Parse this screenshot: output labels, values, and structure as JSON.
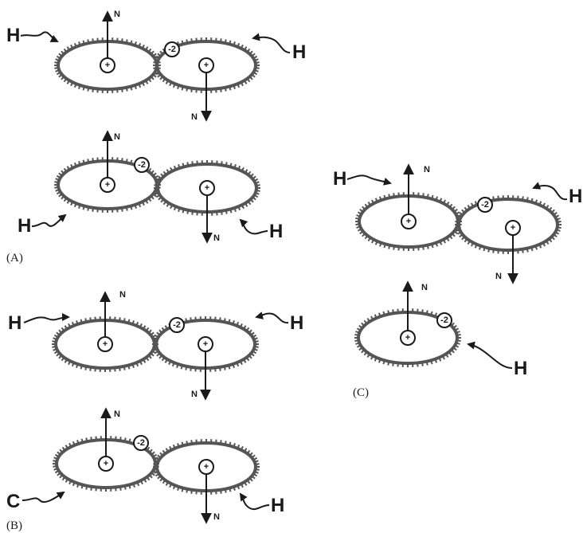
{
  "panels": [
    {
      "label": "(A)"
    },
    {
      "label": "(B)"
    },
    {
      "label": "(C)"
    }
  ],
  "labels": {
    "h": "H",
    "c": "C",
    "n": "N",
    "plus": "+",
    "minus2": "-2"
  },
  "colors": {
    "ink": "#1a1a1a",
    "ring": "#555555",
    "background": "#ffffff"
  }
}
